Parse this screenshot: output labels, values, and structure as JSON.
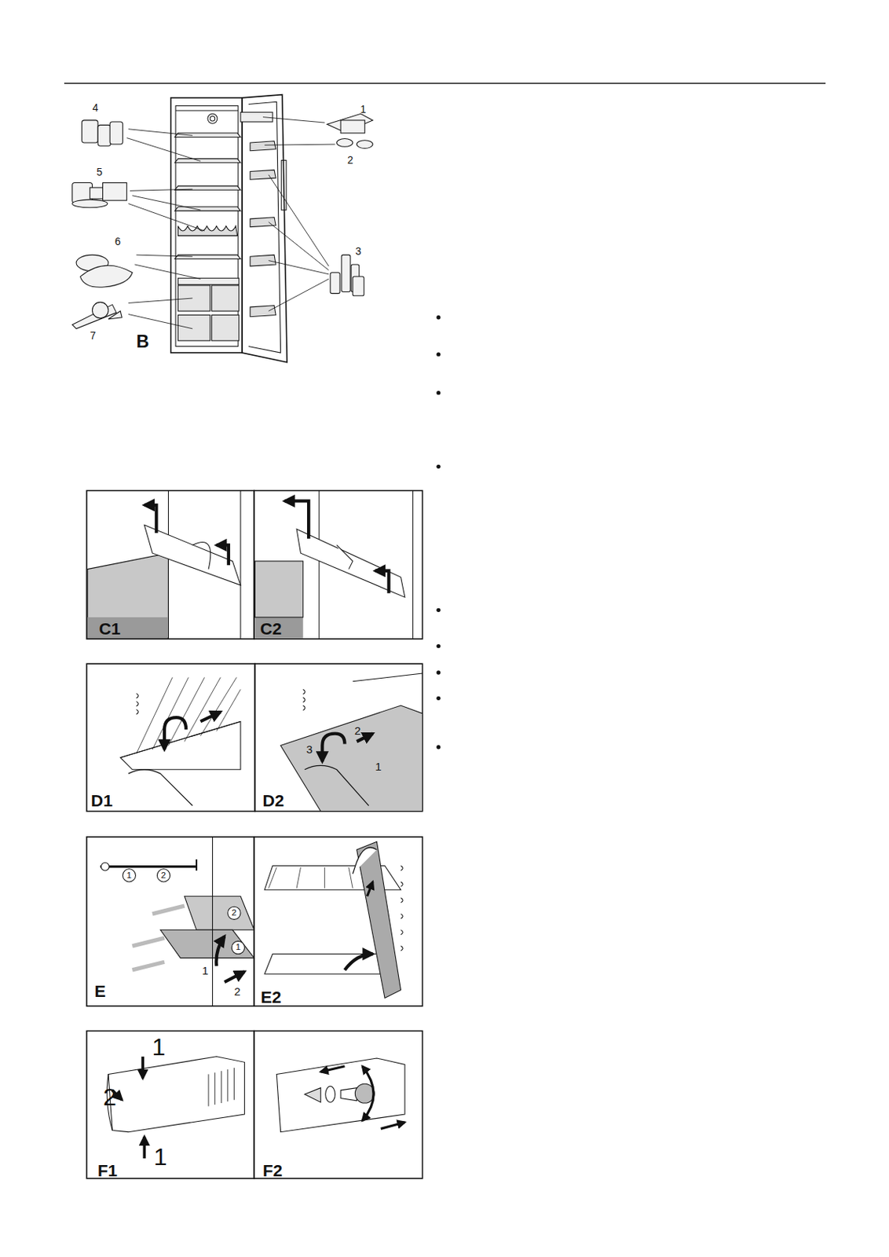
{
  "diagram": {
    "labels": [
      "1",
      "4",
      "2",
      "5",
      "6",
      "3",
      "7",
      "B",
      "C1",
      "C2",
      "D1",
      "D2",
      "2",
      "3",
      "1",
      "E",
      "E2",
      "1",
      "2",
      "2",
      "1",
      "1",
      "2",
      "F1",
      "F2",
      "1",
      "2",
      "1"
    ]
  }
}
